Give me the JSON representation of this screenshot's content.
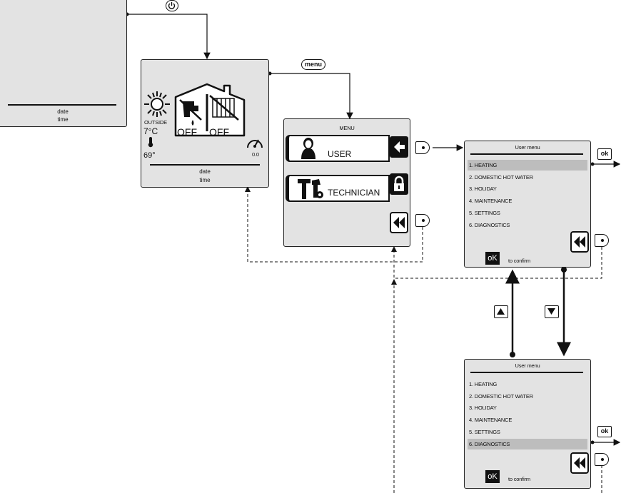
{
  "standby_screen": {
    "date": "date",
    "time": "time"
  },
  "home_screen": {
    "outside_label": "OUTSIDE",
    "outside_temp": "7°C",
    "water_temp": "69°",
    "pressure": "0.0",
    "dhw_state": "OFF",
    "heating_state": "OFF",
    "date": "date",
    "time": "time"
  },
  "menu_screen": {
    "title": "MENU",
    "user_label": "USER",
    "technician_label": "TECHNICIAN"
  },
  "user_menu_1": {
    "title": "User menu",
    "items": [
      "1. HEATING",
      "2. DOMESTIC HOT WATER",
      "3. HOLIDAY",
      "4. MAINTENANCE",
      "5. SETTINGS",
      "6. DIAGNOSTICS"
    ],
    "selected_index": 0,
    "ok_label": "oK",
    "confirm_label": "to confirm"
  },
  "user_menu_2": {
    "title": "User menu",
    "items": [
      "1. HEATING",
      "2. DOMESTIC HOT WATER",
      "3. HOLIDAY",
      "4. MAINTENANCE",
      "5. SETTINGS",
      "6. DIAGNOSTICS"
    ],
    "selected_index": 5,
    "ok_label": "oK",
    "confirm_label": "to confirm"
  },
  "buttons": {
    "menu_label": "menu",
    "ok_label": "ok",
    "power_icon": "power-icon",
    "up_icon": "triangle-up-icon",
    "down_icon": "triangle-down-icon",
    "back_icon": "double-chevron-left-icon"
  }
}
